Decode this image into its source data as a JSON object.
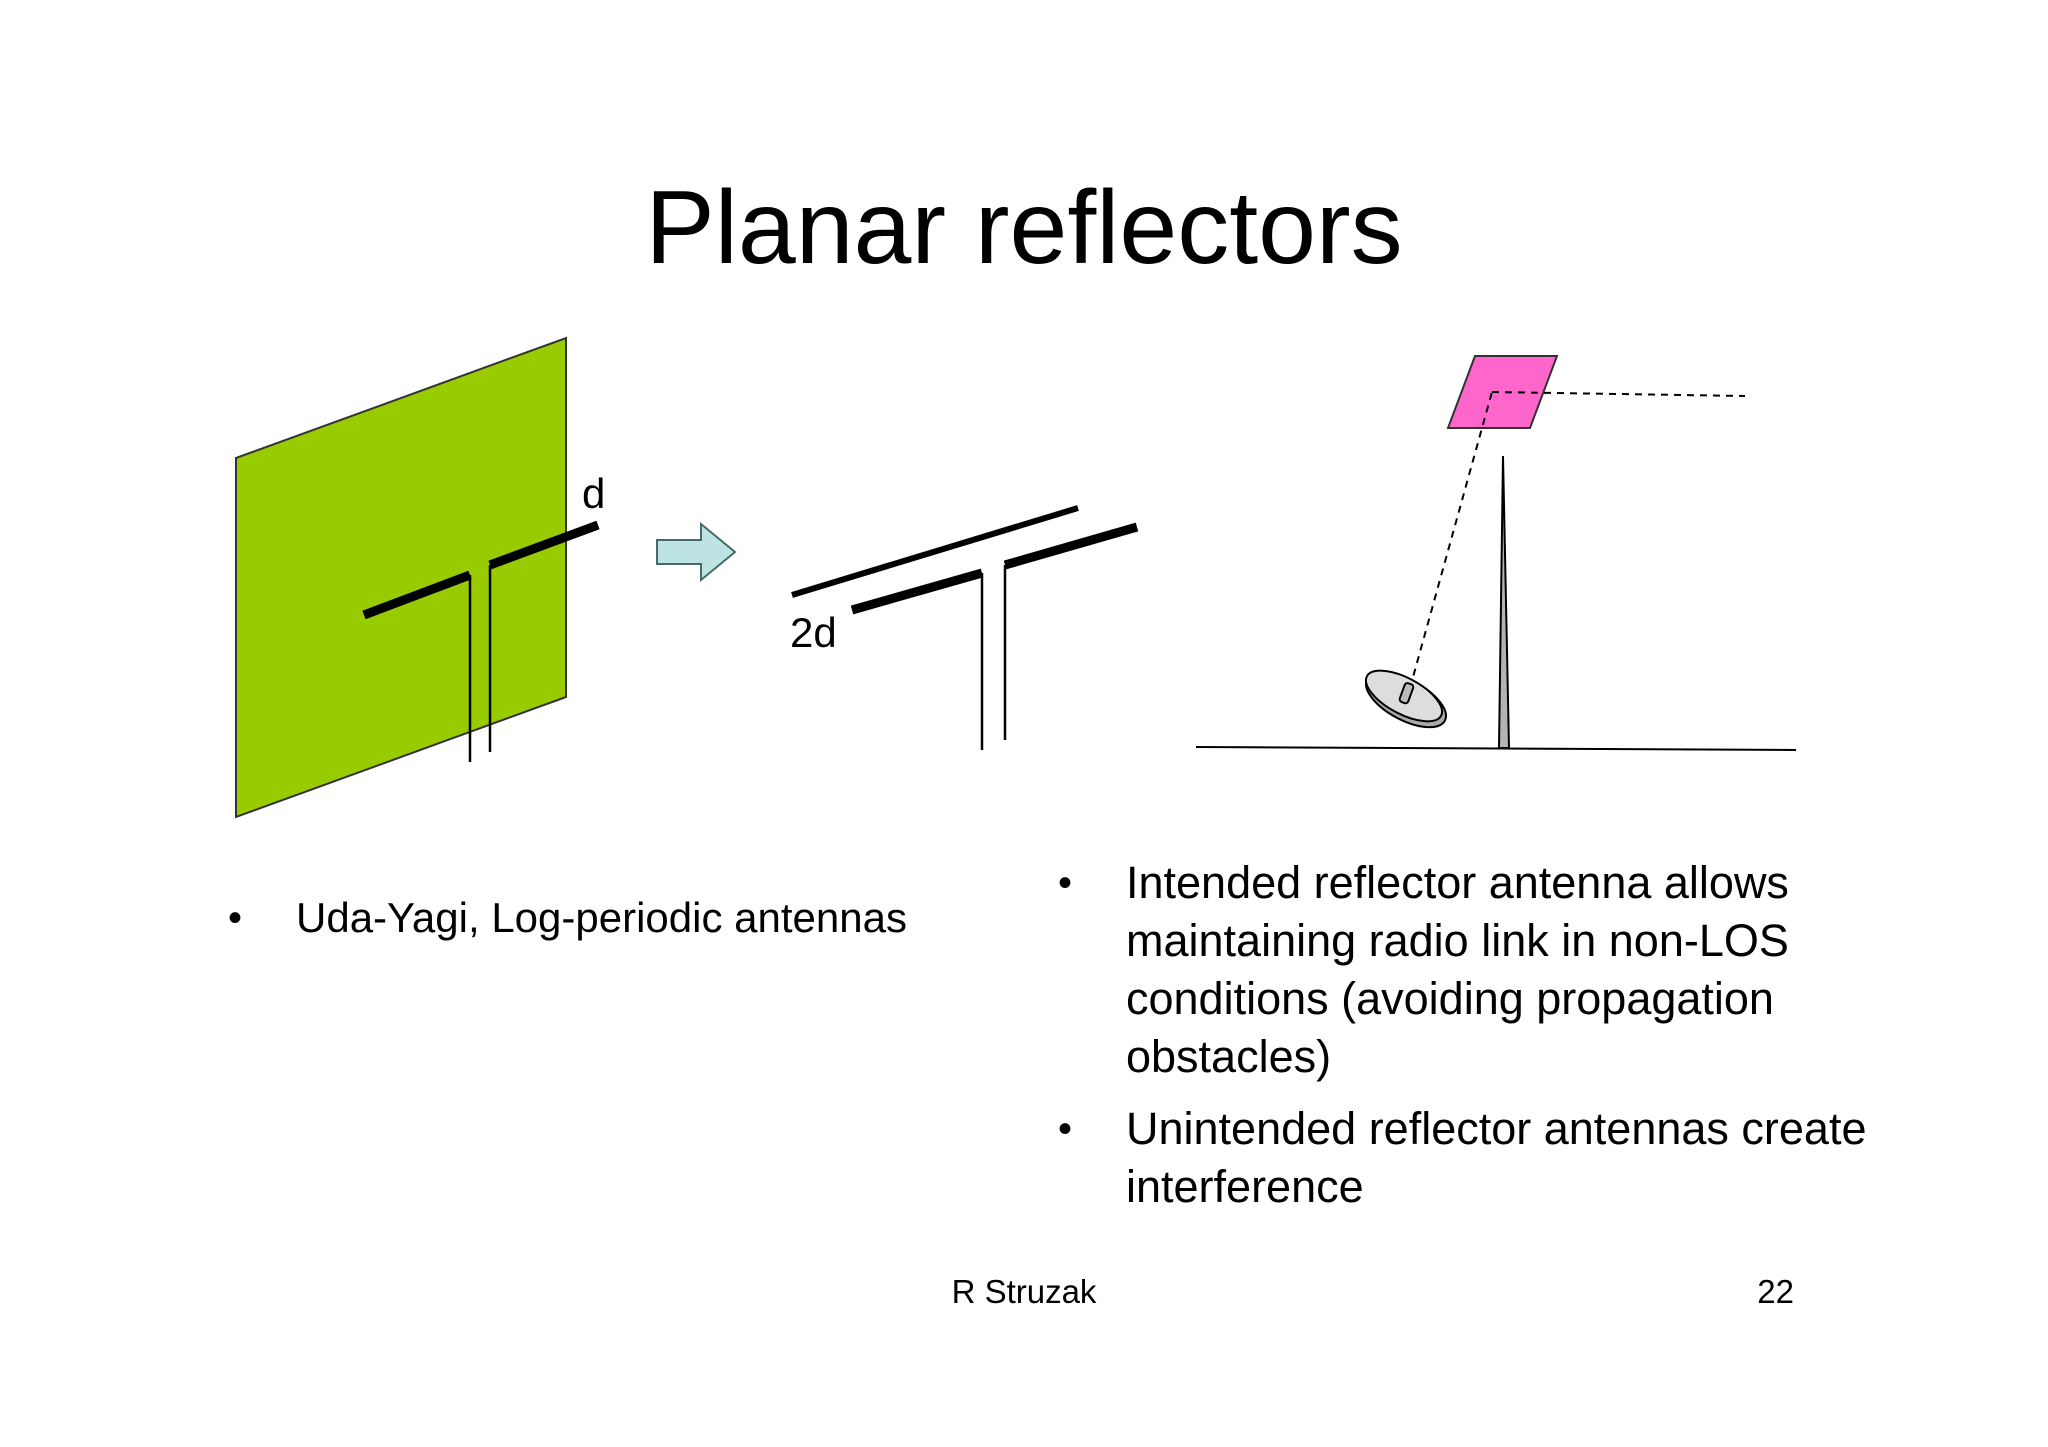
{
  "slide": {
    "title": "Planar reflectors",
    "diagram_labels": {
      "spacing_label": "d",
      "image_spacing_label": "2d"
    },
    "left_bullets": [
      "Uda-Yagi, Log-periodic antennas"
    ],
    "right_bullets": [
      "Intended reflector antenna allows maintaining radio link in non-LOS conditions (avoiding propagation obstacles)",
      "Unintended reflector antennas create interference"
    ],
    "bullet_symbol": "•",
    "footer": {
      "author": "R Struzak",
      "page_number": "22"
    }
  },
  "colors": {
    "reflector_plate": "#99cc00",
    "arrow_fill": "#bde3e3",
    "passive_reflector": "#ff66cc",
    "tower": "#b3b3b3",
    "dish": "#dddddd"
  }
}
